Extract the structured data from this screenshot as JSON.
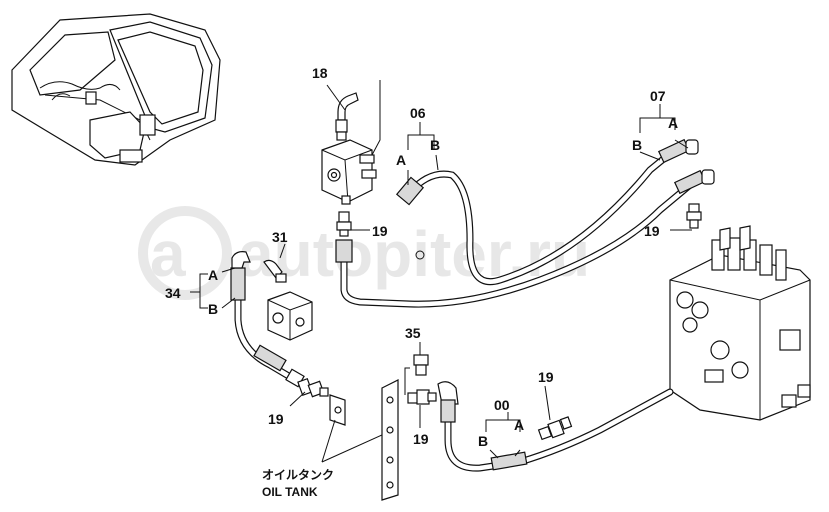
{
  "watermark": {
    "text": "autopiter.ru"
  },
  "labels": {
    "p18": "18",
    "p06": "06",
    "p07": "07",
    "p19_top": "19",
    "p19_right": "19",
    "p31": "31",
    "p34": "34",
    "p34_a": "A",
    "p34_b": "B",
    "p06_a": "A",
    "p06_b": "B",
    "p07_a": "A",
    "p07_b": "B",
    "p35": "35",
    "p19_left": "19",
    "p19_mid": "19",
    "p19_bottom": "19",
    "p00": "00",
    "p00_a": "A",
    "p00_b": "B",
    "oil_tank_jp": "オイルタンク",
    "oil_tank_en": "OIL TANK"
  },
  "colors": {
    "line": "#111111",
    "watermark": "#bdbdbd",
    "background": "#ffffff"
  }
}
